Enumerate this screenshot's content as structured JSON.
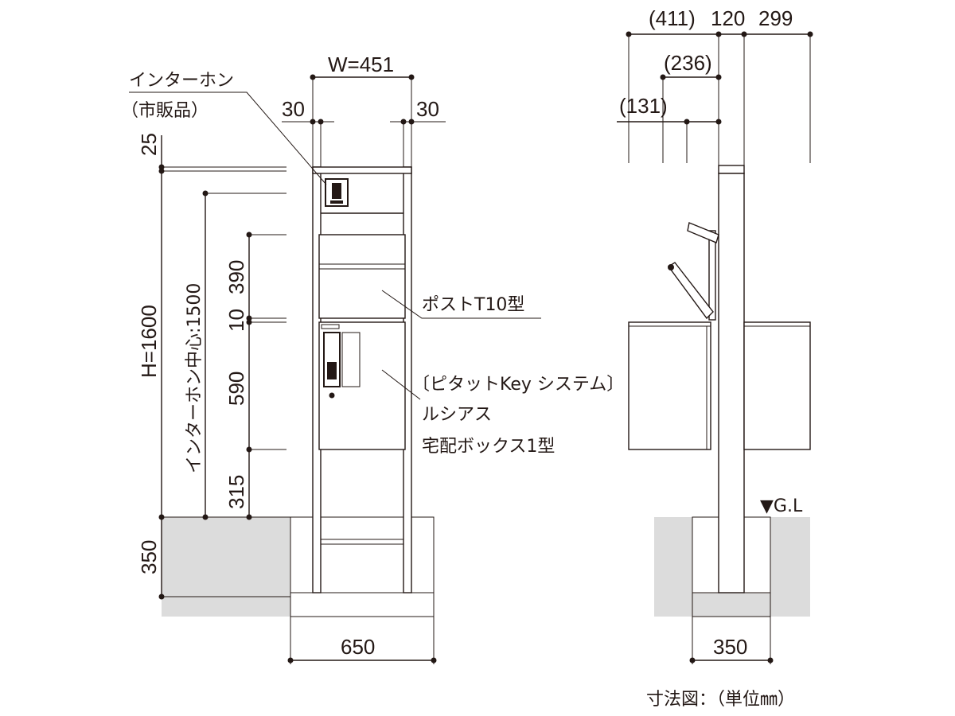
{
  "labels": {
    "intercom": "インターホン",
    "intercom_note": "（市販品）",
    "post": "ポストT10型",
    "system": "〔ピタットKey システム〕",
    "lucias": "ルシアス",
    "delivery_box": "宅配ボックス1型",
    "gl": "▼G.L",
    "caption": "寸法図：（単位㎜）"
  },
  "front_dims": {
    "width": "W=451",
    "left_post": "30",
    "right_post": "30",
    "top_cap": "25",
    "height": "H=1600",
    "intercom_center": "インターホン中心:1500",
    "post_height": "390",
    "gap": "10",
    "box_height": "590",
    "bottom_gap": "315",
    "embed_depth": "350",
    "foundation_width": "650"
  },
  "side_dims": {
    "front_projection": "(411)",
    "pole": "120",
    "back_depth": "299",
    "mid_projection": "(236)",
    "small_projection": "(131)",
    "foundation_width": "350"
  }
}
